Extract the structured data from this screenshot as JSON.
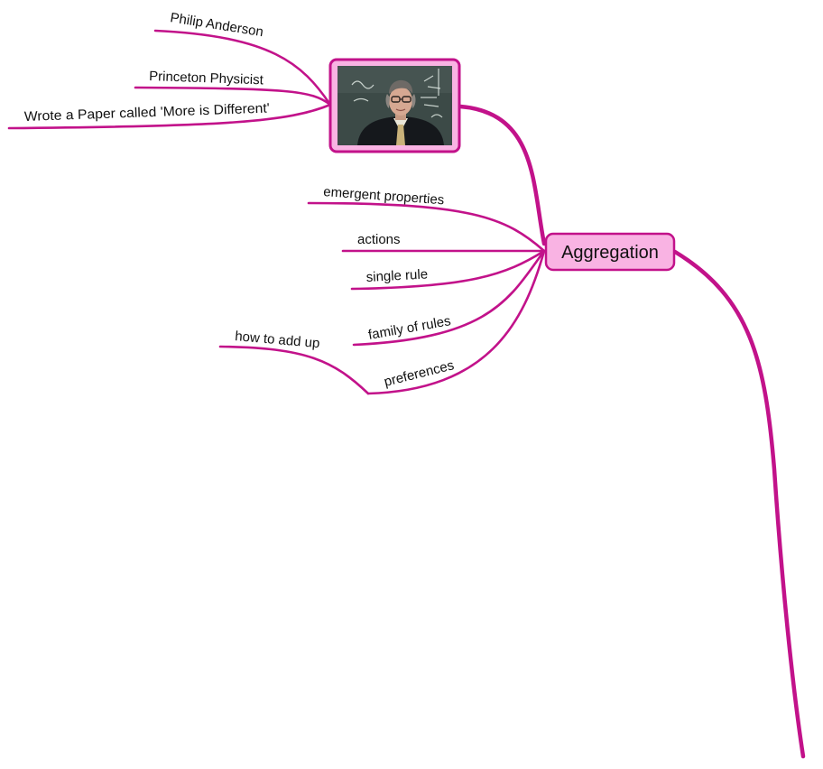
{
  "colors": {
    "branch": "#c2128a",
    "node_fill": "#f9b3e3",
    "node_border": "#c2128a",
    "text": "#111111"
  },
  "central_topic": {
    "label": "Aggregation"
  },
  "image_topic": {
    "icon": "portrait-photo",
    "children": [
      {
        "label": "Philip Anderson"
      },
      {
        "label": "Princeton Physicist"
      },
      {
        "label": "Wrote a Paper called 'More is Different'"
      }
    ]
  },
  "subtopics": [
    {
      "label": "emergent properties"
    },
    {
      "label": "actions"
    },
    {
      "label": "single rule"
    },
    {
      "label": "family of rules"
    },
    {
      "label": "preferences",
      "children": [
        {
          "label": "how to add up"
        }
      ]
    }
  ]
}
